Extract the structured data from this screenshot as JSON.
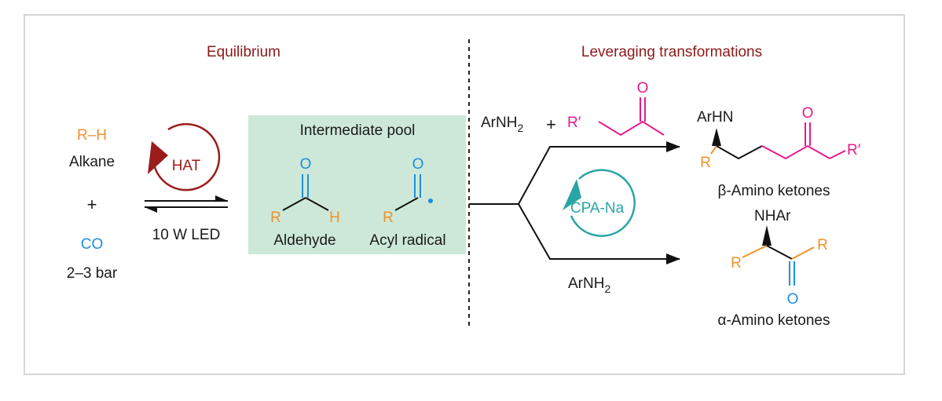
{
  "headers": {
    "left": "Equilibrium",
    "right": "Leveraging transformations"
  },
  "reactants": {
    "rh": "R–H",
    "alkane": "Alkane",
    "plus": "+",
    "co": "CO",
    "pressure": "2–3 bar"
  },
  "conditions": {
    "hat": "HAT",
    "led": "10 W LED"
  },
  "pool": {
    "title": "Intermediate pool",
    "aldehyde": "Aldehyde",
    "acyl": "Acyl radical",
    "o1": "O",
    "r1": "R",
    "h1": "H",
    "o2": "O",
    "r2": "R"
  },
  "upper_path": {
    "amine": "ArNH",
    "amine_sub": "2",
    "plus": "+",
    "ketone_r": "R′",
    "ketone_o": "O"
  },
  "lower_path": {
    "amine": "ArNH",
    "amine_sub": "2"
  },
  "catalyst": "CPA-Na",
  "beta_product": {
    "arhn": "ArHN",
    "o": "O",
    "r": "R",
    "rprime": "R′",
    "label": "β-Amino ketones"
  },
  "alpha_product": {
    "nhar": "NHAr",
    "r1": "R",
    "r2": "R",
    "o": "O",
    "label": "α-Amino ketones"
  },
  "colors": {
    "header": "#8b1a1a",
    "orange": "#f0922b",
    "blue": "#1e8fe0",
    "pink": "#e8198b",
    "teal": "#2aa5a5",
    "pool_bg": "#cde8d8"
  }
}
